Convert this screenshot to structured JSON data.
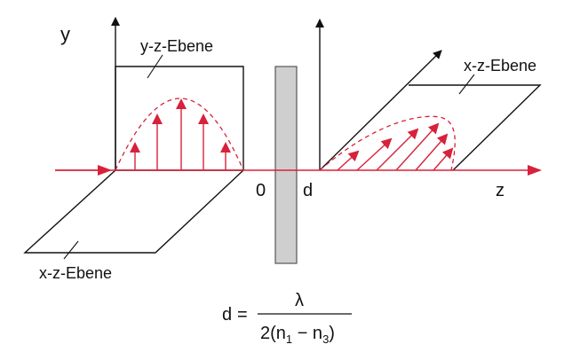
{
  "labels": {
    "y_axis": "y",
    "z_axis": "z",
    "plane_yz": "y-z-Ebene",
    "plane_xz_right": "x-z-Ebene",
    "plane_xz_left": "x-z-Ebene",
    "origin": "0",
    "thickness": "d"
  },
  "formula": {
    "lhs": "d",
    "equals": "=",
    "numerator": "λ",
    "den_pre": "2(n",
    "den_sub1": "1",
    "den_mid": " − n",
    "den_sub2": "3",
    "den_post": ")"
  },
  "colors": {
    "wave": "#d8213a",
    "outline": "#111111",
    "plate_fill": "#cfcfcf",
    "plate_stroke": "#555555"
  },
  "icons": {
    "arrow": "arrowhead"
  }
}
